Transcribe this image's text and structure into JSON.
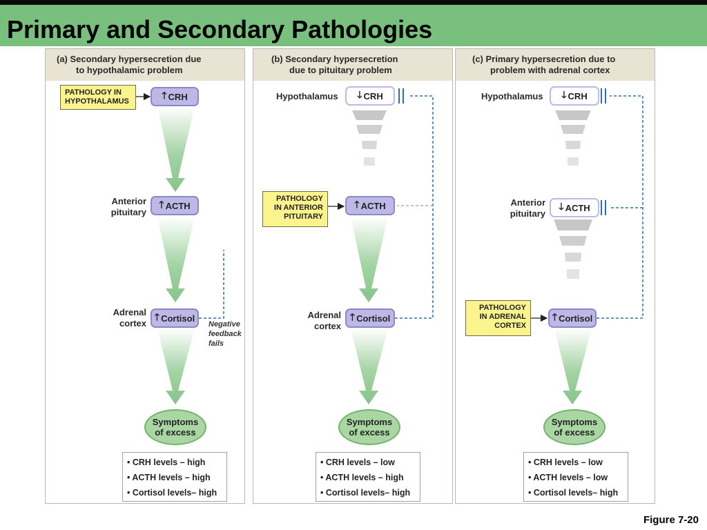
{
  "title": "Primary and Secondary Pathologies",
  "figure_label": "Figure 7-20",
  "panels": [
    {
      "heading_line1": "(a) Secondary hypersecretion due",
      "heading_line2": "to hypothalamic problem",
      "pathology": "PATHOLOGY IN HYPOTHALAMUS",
      "crh": "CRH",
      "acth": "ACTH",
      "cortisol": "Cortisol",
      "anterior_pituitary": "Anterior pituitary",
      "adrenal_cortex": "Adrenal cortex",
      "feedback": "Negative feedback fails",
      "symptoms_line1": "Symptoms",
      "symptoms_line2": "of excess",
      "levels": [
        "• CRH levels – high",
        "• ACTH levels – high",
        "• Cortisol levels– high"
      ]
    },
    {
      "heading_line1": "(b) Secondary hypersecretion",
      "heading_line2": "due to pituitary problem",
      "hypothalamus": "Hypothalamus",
      "crh": "CRH",
      "pathology": "PATHOLOGY IN ANTERIOR PITUITARY",
      "acth": "ACTH",
      "cortisol": "Cortisol",
      "adrenal_cortex": "Adrenal cortex",
      "symptoms_line1": "Symptoms",
      "symptoms_line2": "of excess",
      "levels": [
        "• CRH levels – low",
        "• ACTH levels – high",
        "• Cortisol levels– high"
      ]
    },
    {
      "heading_line1": "(c) Primary hypersecretion due to",
      "heading_line2": "problem with adrenal cortex",
      "hypothalamus": "Hypothalamus",
      "crh": "CRH",
      "anterior_pituitary": "Anterior pituitary",
      "acth": "ACTH",
      "pathology": "PATHOLOGY IN ADRENAL CORTEX",
      "cortisol": "Cortisol",
      "symptoms_line1": "Symptoms",
      "symptoms_line2": "of excess",
      "levels": [
        "• CRH levels – low",
        "• ACTH levels – low",
        "• Cortisol levels– high"
      ]
    }
  ],
  "colors": {
    "title_bar": "#79c07f",
    "hormone_fill": "#bdb8e6",
    "pathology_box": "#fbf38c",
    "arrow_green": "#8fca92",
    "feedback_line": "#2f6fa8"
  }
}
